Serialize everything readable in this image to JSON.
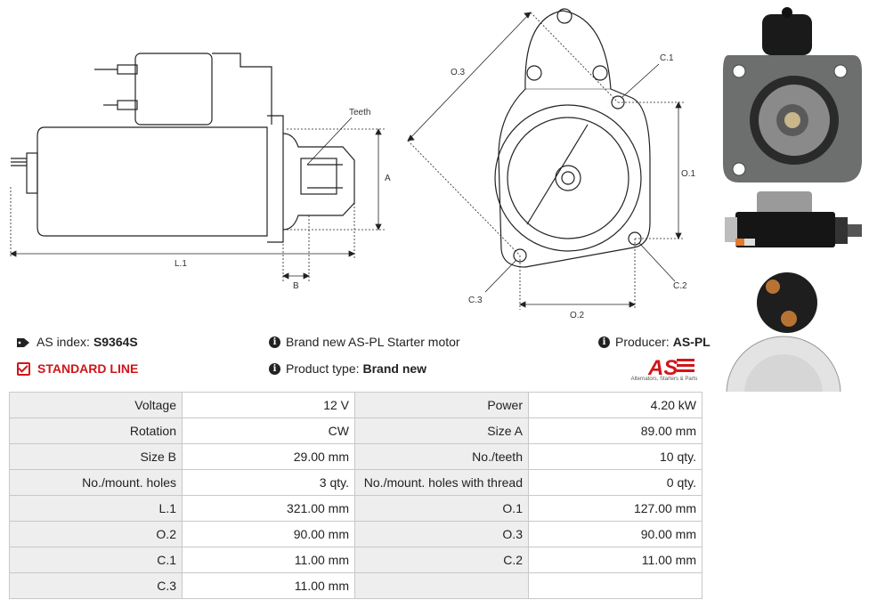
{
  "diagram_labels": {
    "teeth": "Teeth",
    "a": "A",
    "l1": "L.1",
    "b": "B",
    "o3": "O.3",
    "c1": "C.1",
    "o1": "O.1",
    "c2": "C.2",
    "c3": "C.3",
    "o2": "O.2"
  },
  "info": {
    "as_index_label": "AS index:",
    "as_index_value": "S9364S",
    "line": "STANDARD LINE",
    "description": "Brand new AS-PL Starter motor",
    "product_type_label": "Product type:",
    "product_type_value": "Brand new",
    "producer_label": "Producer:",
    "producer_value": "AS-PL"
  },
  "logo": {
    "text": "AS",
    "subtitle": "Alternators, Starters & Parts",
    "color": "#d0161b"
  },
  "specs": [
    [
      {
        "k": "Voltage",
        "v": "12 V"
      },
      {
        "k": "Power",
        "v": "4.20 kW"
      }
    ],
    [
      {
        "k": "Rotation",
        "v": "CW"
      },
      {
        "k": "Size A",
        "v": "89.00 mm"
      }
    ],
    [
      {
        "k": "Size B",
        "v": "29.00 mm"
      },
      {
        "k": "No./teeth",
        "v": "10 qty."
      }
    ],
    [
      {
        "k": "No./mount. holes",
        "v": "3 qty."
      },
      {
        "k": "No./mount. holes with thread",
        "v": "0 qty."
      }
    ],
    [
      {
        "k": "L.1",
        "v": "321.00 mm"
      },
      {
        "k": "O.1",
        "v": "127.00 mm"
      }
    ],
    [
      {
        "k": "O.2",
        "v": "90.00 mm"
      },
      {
        "k": "O.3",
        "v": "90.00 mm"
      }
    ],
    [
      {
        "k": "C.1",
        "v": "11.00 mm"
      },
      {
        "k": "C.2",
        "v": "11.00 mm"
      }
    ],
    [
      {
        "k": "C.3",
        "v": "11.00 mm"
      },
      {
        "k": "",
        "v": ""
      }
    ]
  ]
}
